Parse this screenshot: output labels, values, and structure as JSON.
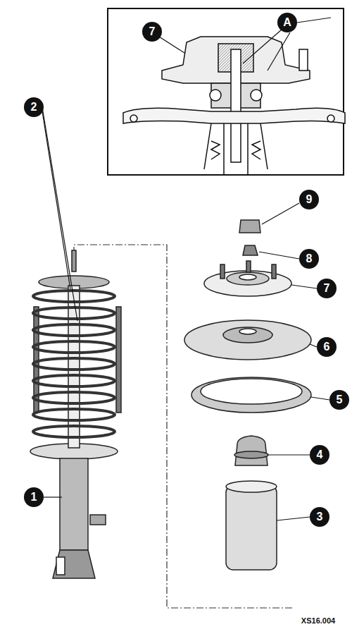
{
  "diagram": {
    "labels": [
      "7",
      "A",
      "9",
      "2",
      "8",
      "7",
      "6",
      "5",
      "4",
      "1",
      "3",
      "XS16.004"
    ]
  }
}
